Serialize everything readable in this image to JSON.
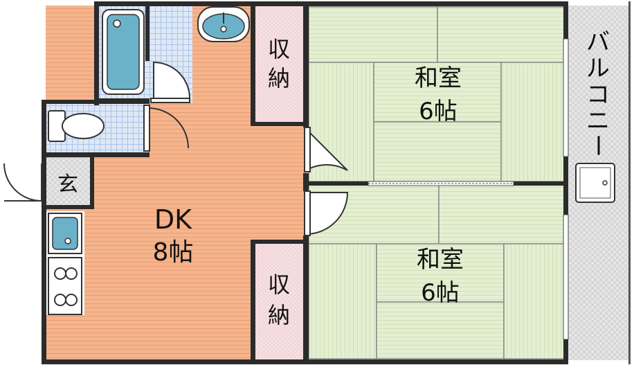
{
  "rooms": {
    "dk": {
      "name": "DK",
      "size": "8帖"
    },
    "washitsu_top": {
      "name": "和室",
      "size": "6帖"
    },
    "washitsu_bottom": {
      "name": "和室",
      "size": "6帖"
    },
    "closet_top": {
      "label": "収\n納",
      "line1": "収",
      "line2": "納"
    },
    "closet_bottom": {
      "label": "収\n納",
      "line1": "収",
      "line2": "納"
    },
    "entrance": {
      "label": "玄"
    },
    "balcony": {
      "label": "バルコニー",
      "chars": [
        "バ",
        "ル",
        "コ",
        "ニ",
        "ー"
      ]
    }
  },
  "colors": {
    "wall": "#2b2b2b",
    "flooring": "#f5b48c",
    "flooring_line": "#e89e74",
    "tatami": "#e4efd2",
    "tatami_line": "#c7dcae",
    "tile": "#dfe8f4",
    "tile_line": "#a9c4ec",
    "closet": "#f5dfe3",
    "balcony": "#e3e3e3",
    "fixture": "#6bb2c9"
  },
  "icons": [
    "bathtub-icon",
    "washbasin-icon",
    "toilet-icon",
    "kitchen-sink-icon",
    "stove-burner-icon",
    "ac-unit-icon",
    "door-swing-icon"
  ]
}
